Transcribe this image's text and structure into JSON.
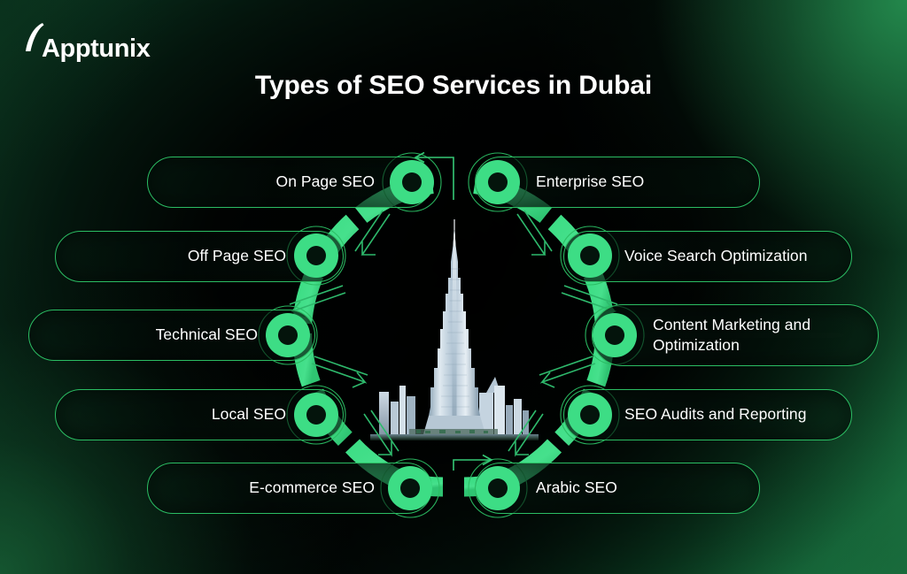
{
  "brand": {
    "name": "Apptunix",
    "logo_icon": "apptunix-arc-logo",
    "text_color": "#ffffff"
  },
  "header": {
    "title": "Types of SEO Services in Dubai"
  },
  "theme": {
    "accent_green": "#3ddd85",
    "outline_green": "#2bbd63",
    "background_dark": "#020a07",
    "background_green": "#1f8349",
    "text_white": "#ffffff"
  },
  "center": {
    "icon": "burj-khalifa-dubai-skyline-image",
    "alt": "Burj Khalifa and Dubai skyline"
  },
  "diagram": {
    "type": "circular-process",
    "node_count": 10,
    "left_column": [
      {
        "label": "On Page SEO"
      },
      {
        "label": "Off Page SEO"
      },
      {
        "label": "Technical SEO"
      },
      {
        "label": "Local SEO"
      },
      {
        "label": "E-commerce SEO"
      }
    ],
    "right_column": [
      {
        "label": "Enterprise SEO"
      },
      {
        "label": "Voice Search Optimization"
      },
      {
        "label": "Content Marketing and\nOptimization"
      },
      {
        "label": "SEO Audits and Reporting"
      },
      {
        "label": "Arabic SEO"
      }
    ]
  }
}
